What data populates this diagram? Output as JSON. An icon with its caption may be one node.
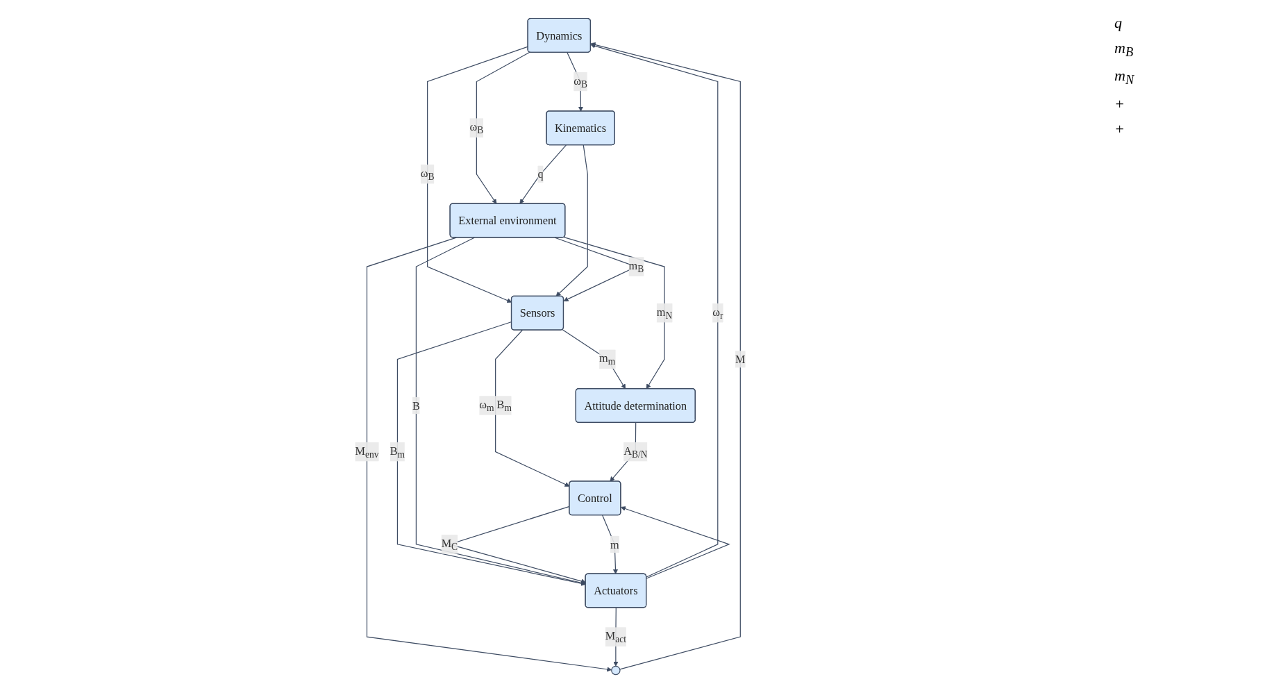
{
  "diagram": {
    "nodes": [
      {
        "text": [
          "Dynamics"
        ]
      },
      {
        "text": [
          "Kinematics"
        ]
      },
      {
        "text": [
          "Sensors"
        ]
      },
      {
        "text": [
          "External environment"
        ]
      },
      {
        "text": [],
        "shape": "circle"
      },
      {
        "text": [
          "Attitude determination"
        ]
      },
      {
        "text": [
          "Actuators"
        ]
      },
      {
        "text": [
          "Control"
        ]
      }
    ],
    "edges": [
      {
        "from": 0,
        "to": 1,
        "arrow": "to",
        "label": "ω$_{B}$"
      },
      {
        "from": 0,
        "to": 2,
        "arrow": "to",
        "label": "ω$_{B}$"
      },
      {
        "from": 0,
        "to": 3,
        "arrow": "to",
        "label": "ω$_{B}$"
      },
      {
        "from": 1,
        "to": 2,
        "arrow": "to"
      },
      {
        "from": 1,
        "to": 3,
        "arrow": "to",
        "label": "q"
      },
      {
        "from": 2,
        "to": 5,
        "arrow": "to",
        "label": "m$_{m}$"
      },
      {
        "from": 2,
        "to": 7,
        "arrow": "to",
        "label": "ω$_{m}$ B$_{m}$"
      },
      {
        "from": 2,
        "to": 6,
        "arrow": "to",
        "label": "B$_{m}$"
      },
      {
        "from": 3,
        "to": 4,
        "arrow": "to",
        "label": "M$_{env}$"
      },
      {
        "from": 3,
        "to": 2,
        "arrow": "to",
        "label": "m$_{B}$"
      },
      {
        "from": 3,
        "to": 5,
        "arrow": "to",
        "label": "m$_{N}$"
      },
      {
        "from": 3,
        "to": 6,
        "arrow": "to",
        "label": "B"
      },
      {
        "from": 4,
        "to": 0,
        "arrow": "to",
        "label": "M"
      },
      {
        "from": 6,
        "to": 4,
        "arrow": "to",
        "label": "M$_{act}$"
      },
      {
        "from": 6,
        "to": 0,
        "arrow": "to",
        "label": "ω$_{r}$"
      },
      {
        "from": 6,
        "to": 7,
        "arrow": "to"
      },
      {
        "from": 5,
        "to": 7,
        "arrow": "to",
        "label": "A$_{B/N}$"
      },
      {
        "from": 7,
        "to": 6,
        "arrow": "to",
        "label": "M$_{C}$"
      },
      {
        "from": 7,
        "to": 6,
        "arrow": "to",
        "label": "m"
      }
    ],
    "labels": [
      "q",
      "m$_{B}$",
      "m$_{N}$",
      "+",
      "+"
    ]
  }
}
